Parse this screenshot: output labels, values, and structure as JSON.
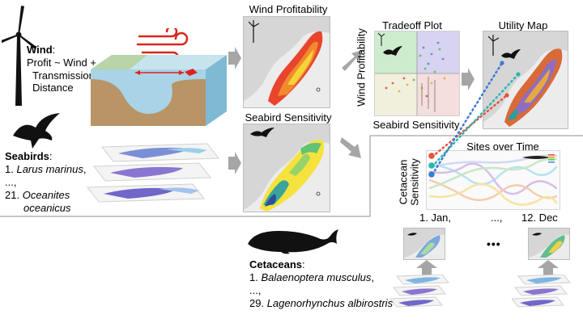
{
  "wind": {
    "heading": "Wind",
    "line1": "Profit ~ Wind +",
    "line2": "Transmission",
    "line3": "Distance"
  },
  "seabirds": {
    "heading": "Seabirds",
    "item1_num": "1.",
    "item1_name": "Larus marinus",
    "ellipsis": "...,",
    "item2_num": "21.",
    "item2_name_a": "Oceanites",
    "item2_name_b": "oceanicus"
  },
  "panels": {
    "wind_profitability": "Wind Profitability",
    "seabird_sensitivity": "Seabird Sensitivity",
    "tradeoff_plot": "Tradeoff Plot",
    "utility_map": "Utility Map",
    "sites_over_time": "Sites over Time"
  },
  "tradeoff": {
    "y_label": "Wind Profitability",
    "x_label": "Seabird Sensitivity"
  },
  "sites": {
    "y_label_a": "Cetacean",
    "y_label_b": "Sensitivity",
    "month_start": "1. Jan,",
    "month_mid": "...,",
    "month_end": "12. Dec",
    "dots_between": "•••"
  },
  "cetaceans": {
    "heading": "Cetaceans",
    "item1_num": "1.",
    "item1_name": "Balaenoptera musculus",
    "ellipsis": "...,",
    "item2_num": "29.",
    "item2_name": "Lagenorhynchus albirostris"
  },
  "colors": {
    "arrow_gray": "#a6a6a6",
    "divider": "#8c8c8c",
    "ocean": "#a9d3e6",
    "land_brown": "#b89466",
    "accent_red": "#e02020",
    "dot_red": "#e8533a",
    "dot_teal": "#2bb5b0",
    "dot_blue": "#3a7bd5"
  }
}
